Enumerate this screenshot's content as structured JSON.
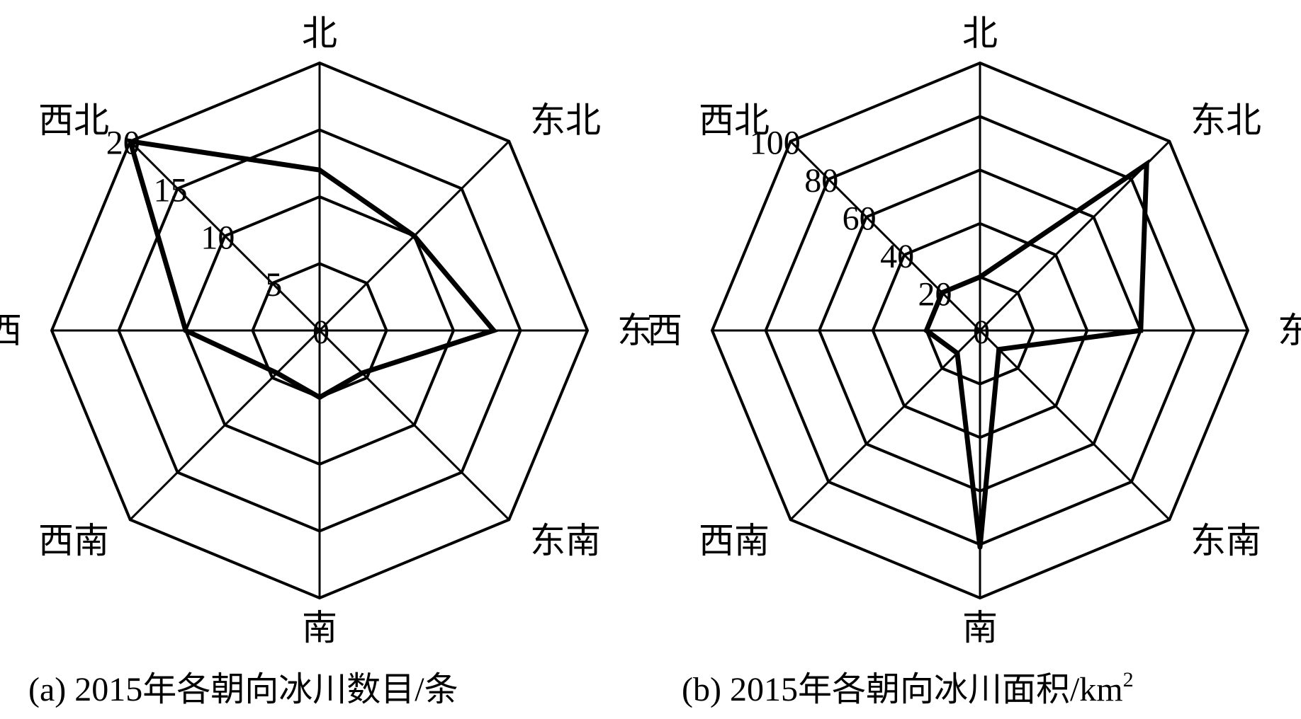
{
  "chart_data": [
    {
      "type": "radar",
      "title": "(a) 2015年各朝向冰川数目/条",
      "directions": [
        "北",
        "东北",
        "东",
        "东南",
        "南",
        "西南",
        "西",
        "西北"
      ],
      "ticks": [
        "0",
        "5",
        "10",
        "15",
        "20"
      ],
      "rmin": 0,
      "rmax": 20,
      "values": [
        12,
        10,
        13,
        4.5,
        5,
        4.5,
        10,
        20
      ]
    },
    {
      "type": "radar",
      "title": "(b) 2015年各朝向冰川面积/km",
      "title_sup": "2",
      "directions": [
        "北",
        "东北",
        "东",
        "东南",
        "南",
        "西南",
        "西",
        "西北"
      ],
      "ticks": [
        "0",
        "20",
        "40",
        "60",
        "80",
        "100"
      ],
      "rmin": 0,
      "rmax": 100,
      "values": [
        20,
        88,
        60,
        10,
        81,
        12,
        20,
        20
      ]
    }
  ]
}
